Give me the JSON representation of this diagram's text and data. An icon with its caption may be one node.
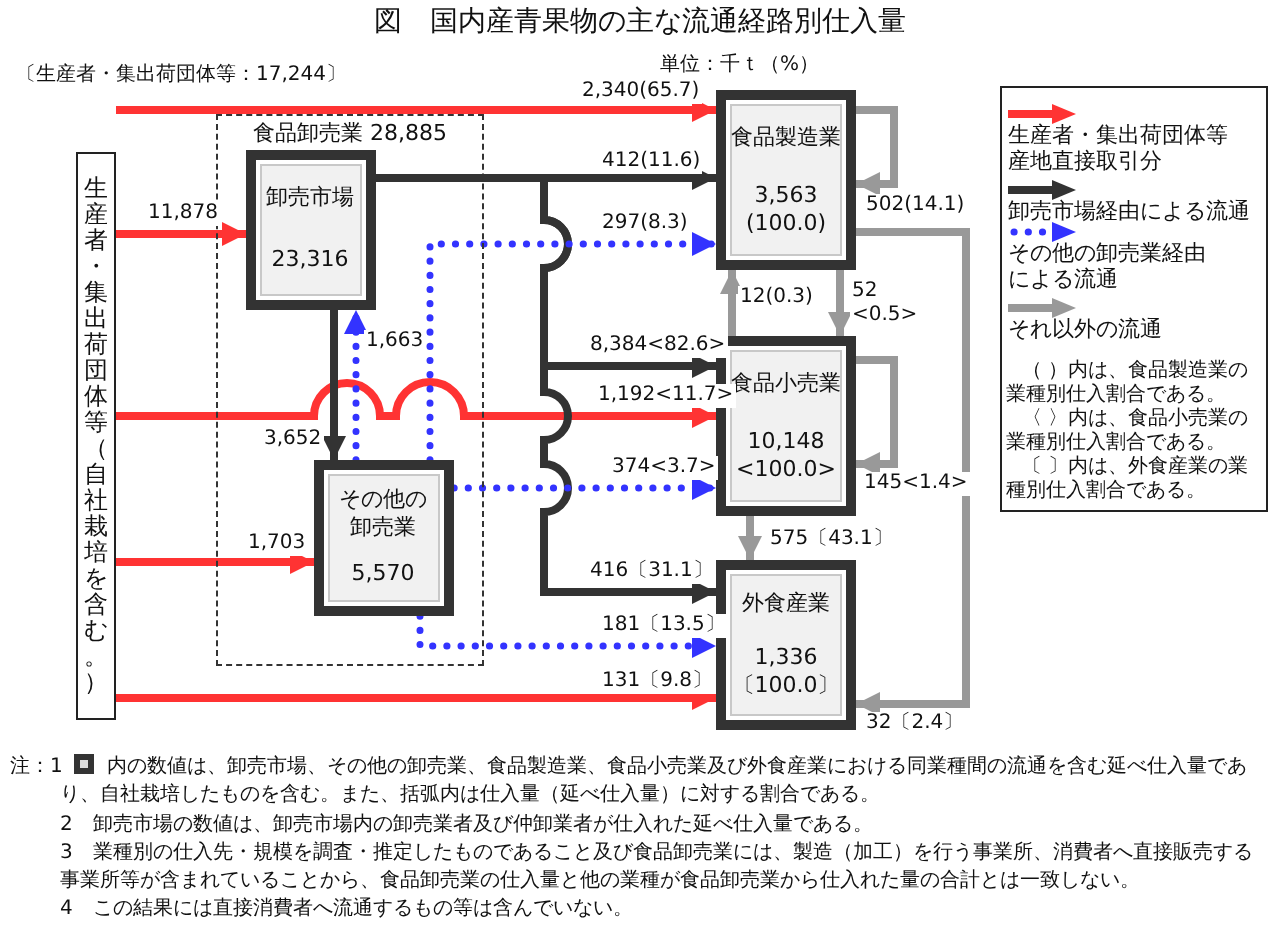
{
  "diagram": {
    "title": "図　国内産青果物の主な流通経路別仕入量",
    "nodes": [
      {
        "text": [
          "生産者・集出荷団体等（自社栽培を含む。）"
        ],
        "beside": [
          "〔生産者・集出荷団体等：17,244〕"
        ]
      },
      {
        "text": [
          "食品卸売業 28,885"
        ]
      },
      {
        "text": [
          "卸売市場",
          "23,316"
        ],
        "in": 1
      },
      {
        "text": [
          "その他の卸売業",
          "5,570"
        ],
        "in": 1
      },
      {
        "text": [
          "食品製造業",
          "3,563 (100.0)"
        ]
      },
      {
        "text": [
          "食品小売業",
          "10,148 <100.0>"
        ]
      },
      {
        "text": [
          "外食産業",
          "1,336 〔100.0〕"
        ]
      }
    ],
    "edges": [
      {
        "from": 0,
        "to": 4,
        "arrow": "to",
        "label": "2,340(65.7)",
        "color": "#ff3333"
      },
      {
        "from": 0,
        "to": 2,
        "arrow": "to",
        "label": "11,878",
        "color": "#ff3333"
      },
      {
        "from": 0,
        "to": 5,
        "arrow": "to",
        "label": "1,192<11.7>",
        "color": "#ff3333"
      },
      {
        "from": 0,
        "to": 3,
        "arrow": "to",
        "label": "1,703",
        "color": "#ff3333"
      },
      {
        "from": 0,
        "to": 6,
        "arrow": "to",
        "label": "131〔9.8〕",
        "color": "#ff3333"
      },
      {
        "from": 2,
        "to": 4,
        "arrow": "to",
        "label": "412(11.6)",
        "color": "#333333"
      },
      {
        "from": 2,
        "to": 5,
        "arrow": "to",
        "label": "8,384<82.6>",
        "color": "#333333"
      },
      {
        "from": 2,
        "to": 6,
        "arrow": "to",
        "label": "416〔31.1〕",
        "color": "#333333"
      },
      {
        "from": 2,
        "to": 3,
        "arrow": "to",
        "label": "3,652",
        "color": "#333333"
      },
      {
        "from": 3,
        "to": 2,
        "arrow": "to",
        "label": "1,663",
        "style": "dashed",
        "color": "#3333ff"
      },
      {
        "from": 3,
        "to": 4,
        "arrow": "to",
        "label": "297(8.3)",
        "style": "dashed",
        "color": "#3333ff"
      },
      {
        "from": 3,
        "to": 5,
        "arrow": "to",
        "label": "374<3.7>",
        "style": "dashed",
        "color": "#3333ff"
      },
      {
        "from": 3,
        "to": 6,
        "arrow": "to",
        "label": "181〔13.5〕",
        "style": "dashed",
        "color": "#3333ff"
      },
      {
        "from": 4,
        "to": 4,
        "arrow": "to",
        "label": "502(14.1)"
      },
      {
        "from": 4,
        "to": 5,
        "arrow": "to",
        "label": "52 <0.5>"
      },
      {
        "from": 5,
        "to": 4,
        "arrow": "to",
        "label": "12(0.3)"
      },
      {
        "from": 5,
        "to": 5,
        "arrow": "to",
        "label": "145<1.4>"
      },
      {
        "from": 5,
        "to": 6,
        "arrow": "to",
        "label": "575〔43.1〕"
      },
      {
        "from": 4,
        "to": 6,
        "arrow": "to",
        "label": "32〔2.4〕"
      }
    ],
    "legend": [
      {
        "text": "生産者・集出荷団体等産地直接取引分"
      },
      {
        "text": "卸売市場経由による流通"
      },
      {
        "text": "その他の卸売業経由による流通"
      },
      {
        "text": "それ以外の流通"
      }
    ],
    "labels": [
      "単位：千ｔ（%）",
      "（ ）内は、食品製造業の業種別仕入割合である。",
      "〈 〉内は、食品小売業の業種別仕入割合である。",
      "〔 〕内は、外食産業の業種別仕入割合である。",
      "注：1",
      "内の数値は、卸売市場、その他の卸売業、食品製造業、食品小売業及び外食産業における同業種間の流通を含む延べ仕入量であり、自社栽培したものを含む。また、括弧内は仕入量（延べ仕入量）に対する割合である。",
      "2　卸売市場の数値は、卸売市場内の卸売業者及び仲卸業者が仕入れた延べ仕入量である。",
      "3　業種別の仕入先・規模を調査・推定したものであること及び食品卸売業には、製造（加工）を行う事業所、消費者へ直接販売する事業所等が含まれていることから、食品卸売業の仕入量と他の業種が食品卸売業から仕入れた量の合計とは一致しない。",
      "4　この結果には直接消費者へ流通するもの等は含んでいない。"
    ]
  }
}
